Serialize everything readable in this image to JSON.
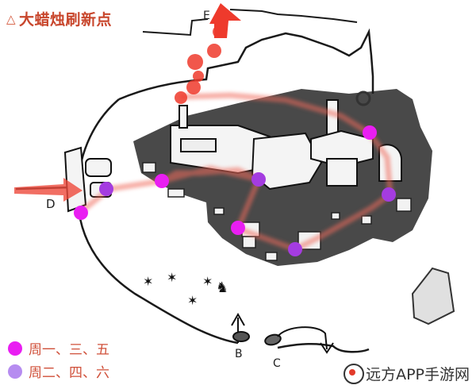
{
  "title": {
    "marker": "△",
    "text": "大蜡烛刷新点"
  },
  "legend": [
    {
      "label": "周一、三、五",
      "color": "#e91ef2"
    },
    {
      "label": "周二、四、六",
      "color": "#b68cf0"
    }
  ],
  "map_letters": {
    "b": "B",
    "c": "C",
    "d": "D",
    "e": "E"
  },
  "watermark": "远方APP手游网",
  "colors": {
    "route": "#f06a5c",
    "exit_arrow": "#ee3a2c",
    "ground": "#3c3c3c",
    "outline": "#1c1c1c"
  }
}
